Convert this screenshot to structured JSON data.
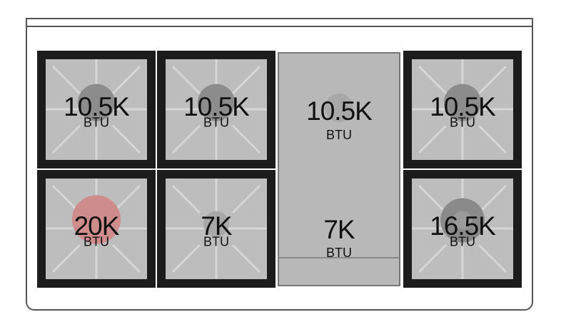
{
  "burners": [
    {
      "value": "10.5K",
      "unit": "BTU"
    },
    {
      "value": "10.5K",
      "unit": "BTU"
    },
    {
      "value": "10.5K",
      "unit": "BTU"
    },
    {
      "value": "20K",
      "unit": "BTU"
    },
    {
      "value": "7K",
      "unit": "BTU"
    },
    {
      "value": "16.5K",
      "unit": "BTU"
    }
  ],
  "griddle": {
    "top": {
      "value": "10.5K",
      "unit": "BTU"
    },
    "bottom": {
      "value": "7K",
      "unit": "BTU"
    }
  },
  "colors": {
    "grate": "#1c1c1c",
    "surface": "#bdbdbd",
    "burner": "#8c8c8c",
    "hot_burner": "#cf8c8c"
  }
}
